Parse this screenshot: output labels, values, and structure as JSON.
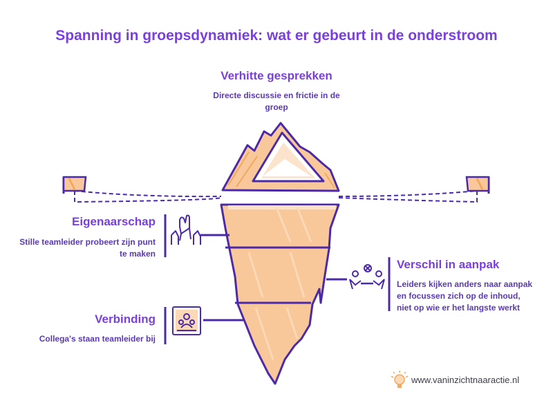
{
  "title": "Spanning in groepsdynamiek: wat er gebeurt in de onderstroom",
  "top": {
    "heading": "Verhitte gesprekken",
    "description": "Directe discussie en frictie in de groep"
  },
  "left_items": [
    {
      "heading": "Eigenaarschap",
      "description": "Stille teamleider probeert zijn punt te maken",
      "icon": "raised-hands-icon"
    },
    {
      "heading": "Verbinding",
      "description": "Collega's staan teamleider bij",
      "icon": "group-portrait-icon"
    }
  ],
  "right_items": [
    {
      "heading": "Verschil in aanpak",
      "description": "Leiders kijken anders naar aanpak en focussen zich op de inhoud, niet op wie er het langste werkt",
      "icon": "discussion-icon"
    }
  ],
  "footer": {
    "url": "www.vaninzichtnaaractie.nl",
    "icon": "lightbulb-icon"
  },
  "colors": {
    "accent": "#7a3fe0",
    "outline": "#4b2aa8",
    "fill": "#f8c79a",
    "fill_light": "#fbd9b6"
  }
}
